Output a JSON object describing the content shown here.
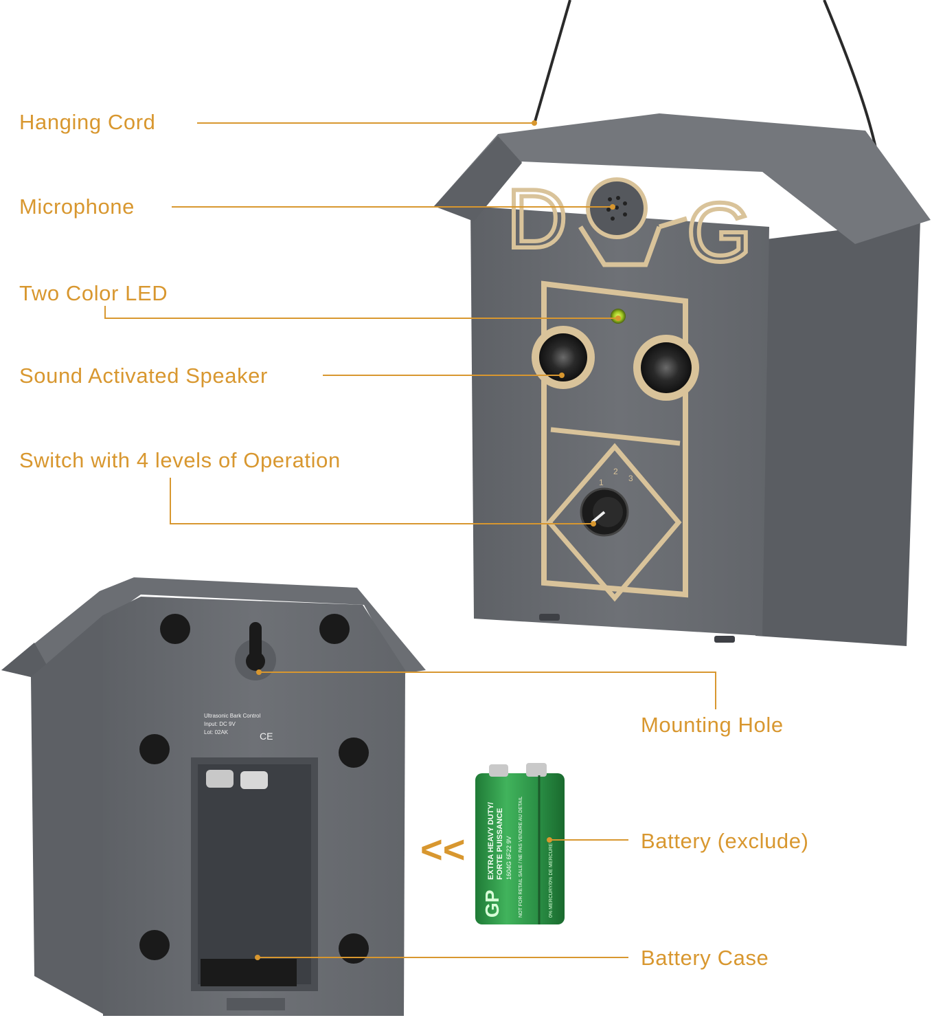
{
  "callouts": {
    "hanging_cord": "Hanging Cord",
    "microphone": "Microphone",
    "two_color_led": "Two Color LED",
    "sound_speaker": "Sound Activated Speaker",
    "switch_levels": "Switch with 4 levels of Operation",
    "mounting_hole": "Mounting Hole",
    "battery_exclude": "Battery (exclude)",
    "battery_case": "Battery Case"
  },
  "device_front": {
    "logo_letter_left": "D",
    "logo_letter_right": "G",
    "dial_marks": [
      "1",
      "2",
      "3"
    ]
  },
  "device_back": {
    "label_line1": "Ultrasonic Bark Control",
    "label_line2": "Input: DC 9V",
    "label_line3": "Lot: 02AK",
    "cert_marks": "CE"
  },
  "battery": {
    "brand": "GP",
    "line1": "EXTRA HEAVY DUTY/",
    "line2": "FORTE PUISSANCE",
    "line3": "1604G 6F22 9V",
    "line4": "NOT FOR RETAIL SALE / NE PAS VENDRE AU DETAIL",
    "line5": "0% MERCURY/0% DE MERCURE"
  },
  "arrow_glyph": "<<",
  "colors": {
    "accent": "#d8972f",
    "housing": "#6b6e73",
    "housing_dark": "#55585d",
    "trim": "#d9c39a",
    "battery_green": "#2e9a4a"
  }
}
